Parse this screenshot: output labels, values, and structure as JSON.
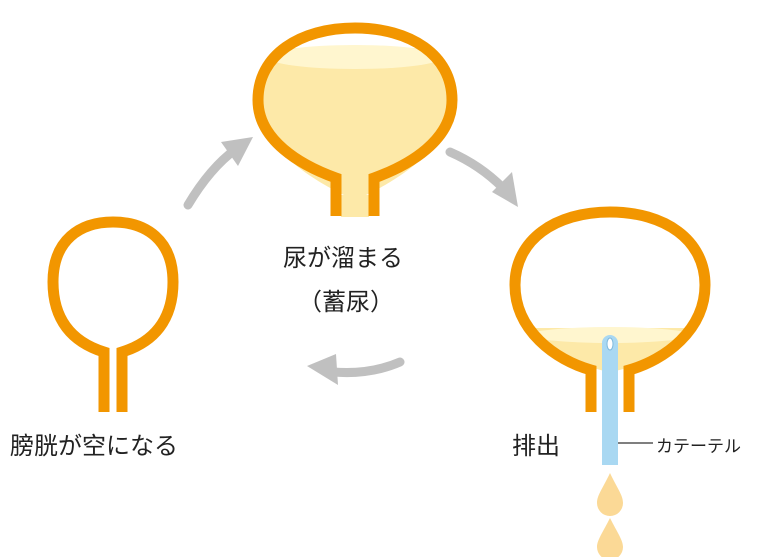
{
  "labels": {
    "full": "尿が溜まる",
    "full_sub": "（蓄尿）",
    "drain": "排出",
    "catheter": "カテーテル",
    "empty": "膀胱が空になる"
  },
  "colors": {
    "bladder_outline": "#f29600",
    "urine": "#fde9a8",
    "urine_light": "#fff6cf",
    "arrow": "#c0c0c0",
    "catheter": "#a9d8f2",
    "drop": "#fbd996"
  }
}
